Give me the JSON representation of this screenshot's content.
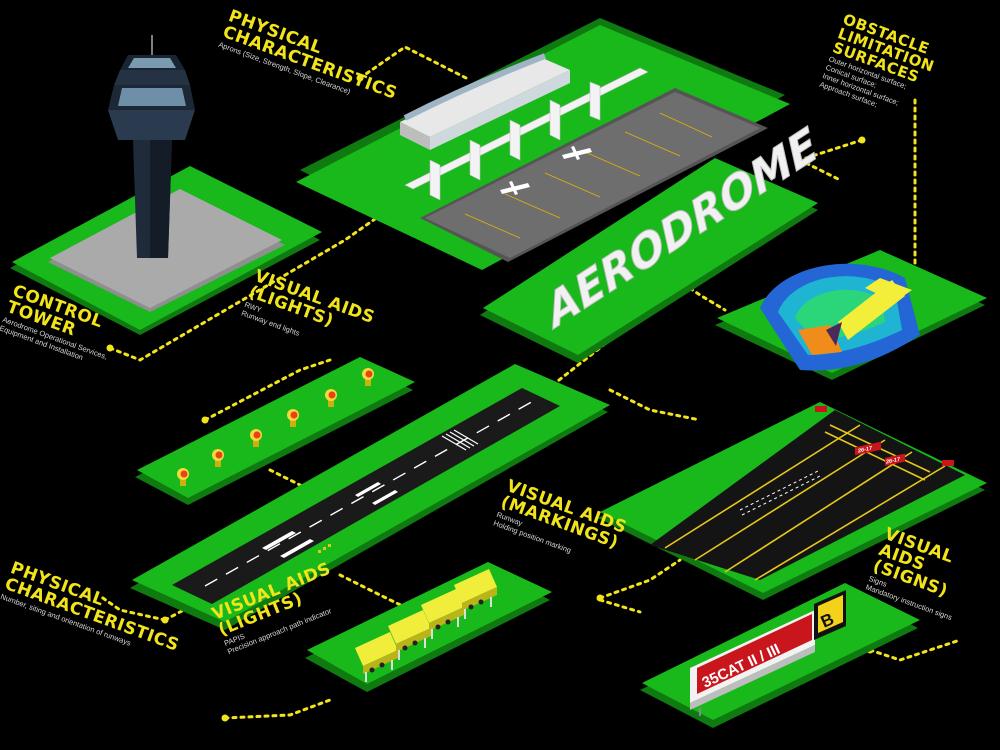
{
  "labels": {
    "phys_top": {
      "title": [
        "PHYSICAL",
        "CHARACTERISTICS"
      ],
      "detail": "Aprons (Size, Strength, Slope, Clearance)"
    },
    "ols": {
      "title": [
        "OBSTACLE LIMITATION",
        "SURFACES"
      ],
      "detail": [
        "Outer horizontal surface;",
        "Conical surface;",
        "Inner horizontal surface;",
        "Approach surface;"
      ]
    },
    "tower": {
      "title": [
        "CONTROL",
        "TOWER"
      ],
      "detail": [
        "Aerodrome Operational Services,",
        "Equipment and Installation"
      ]
    },
    "lights_rwy": {
      "title": [
        "VISUAL AIDS",
        "(LIGHTS)"
      ],
      "detail": [
        "RWY",
        "Runway end lights"
      ]
    },
    "markings": {
      "title": [
        "VISUAL AIDS",
        "(MARKINGS)"
      ],
      "detail": [
        "Runway",
        "Holding position marking"
      ]
    },
    "signs": {
      "title": [
        "VISUAL AIDS",
        "(SIGNS)"
      ],
      "detail": [
        "Signs",
        "Mandatory instruction signs"
      ]
    },
    "phys_bottom": {
      "title": [
        "PHYSICAL",
        "CHARACTERISTICS"
      ],
      "detail": "Number, siting and orientation of runways"
    },
    "papis": {
      "title": [
        "VISUAL AIDS",
        "(LIGHTS)"
      ],
      "detail": [
        "PAPIS",
        "Precision approach path indicator"
      ]
    }
  },
  "center_word": "AERODROME",
  "sign": {
    "text": "35CAT II / III",
    "letter": "B"
  },
  "taxi_signs": [
    "26-17",
    "26-17"
  ],
  "colors": {
    "ground": "#19b81b",
    "ground_dark": "#0e7a10",
    "label": "#f2e41a",
    "dotted": "#f2e41a",
    "runway": "#1a1a1a",
    "sign_red": "#c8161c"
  }
}
